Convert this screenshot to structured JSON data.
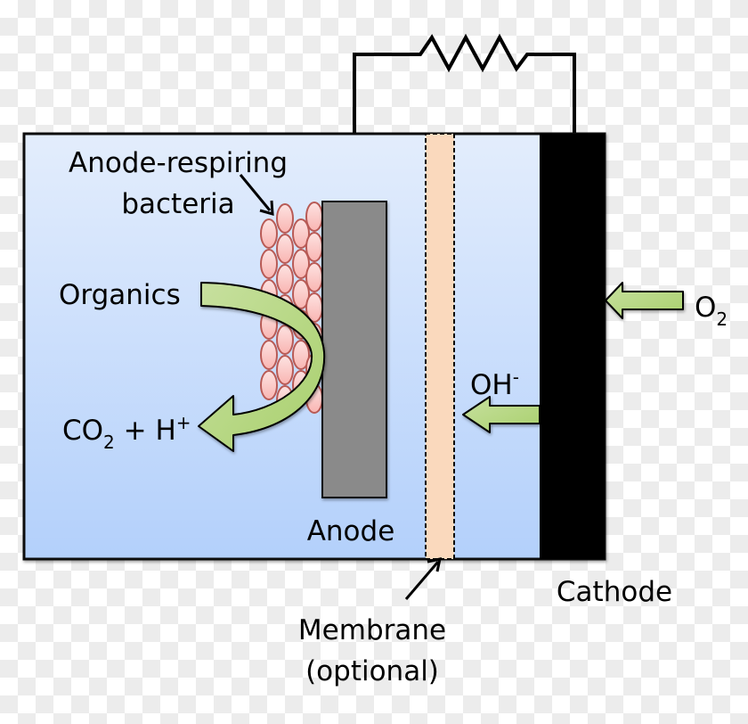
{
  "title": "Microbial electrochemical cell schematic",
  "labels": {
    "bacteria_line1": "Anode-respiring",
    "bacteria_line2": "bacteria",
    "organics": "Organics",
    "co2": "CO",
    "co2_sub": "2",
    "co2_plus": " + H",
    "h_sup": "+",
    "oh": "OH",
    "oh_sup": "-",
    "o2": "O",
    "o2_sub": "2",
    "anode": "Anode",
    "cathode": "Cathode",
    "membrane_line1": "Membrane",
    "membrane_line2": "(optional)"
  },
  "components": {
    "reactor": "electrolyte chamber",
    "anode": "anode electrode",
    "cathode": "cathode electrode",
    "membrane": "ion-exchange membrane (optional)",
    "resistor": "external resistor / load",
    "biofilm": "anode-respiring bacteria biofilm"
  },
  "colors": {
    "electrolyte_top": "#e3edfc",
    "electrolyte_bottom": "#b3d0fb",
    "anode": "#8a8a8a",
    "cathode": "#000000",
    "membrane": "#fad9bd",
    "bacteria_fill": "#fbc2c0",
    "bacteria_stroke": "#b85a55",
    "arrow_fill": "#b7d885",
    "wire": "#000000"
  },
  "biofilm": {
    "columns": 4,
    "cells_per_column": [
      6,
      7,
      6,
      7
    ]
  }
}
